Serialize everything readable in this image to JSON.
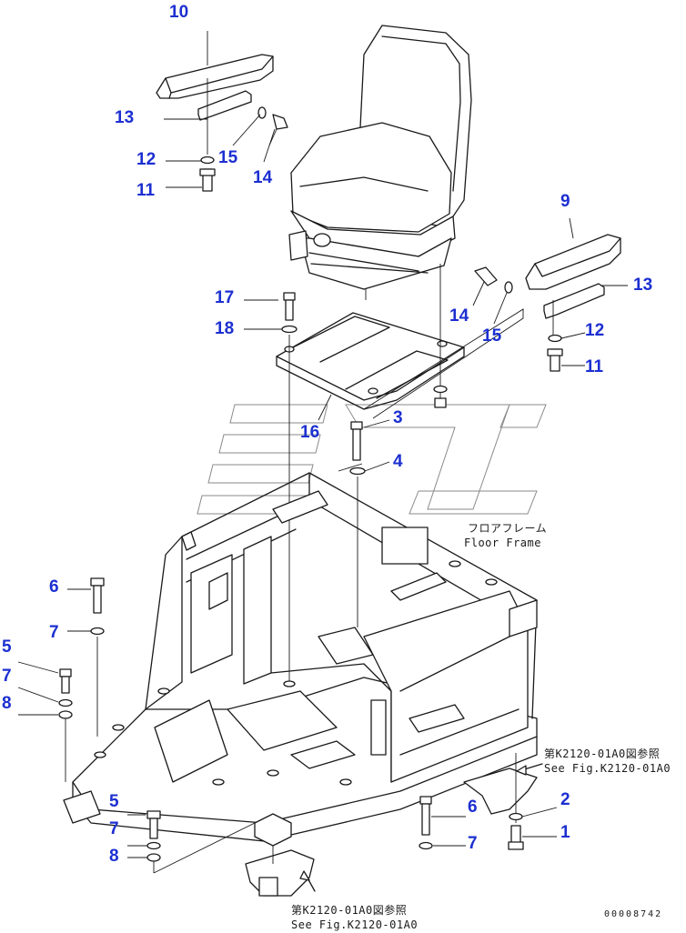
{
  "callouts": {
    "c10": "10",
    "c13a": "13",
    "c12a": "12",
    "c15a": "15",
    "c14a": "14",
    "c11a": "11",
    "c9": "9",
    "c13b": "13",
    "c14b": "14",
    "c15b": "15",
    "c12b": "12",
    "c11b": "11",
    "c17": "17",
    "c18": "18",
    "c16": "16",
    "c3": "3",
    "c4": "4",
    "c6a": "6",
    "c7a": "7",
    "c5a": "5",
    "c7b": "7",
    "c8a": "8",
    "c5b": "5",
    "c7c": "7",
    "c8b": "8",
    "c6b": "6",
    "c7d": "7",
    "c2": "2",
    "c1": "1"
  },
  "notes": {
    "floor_frame_jp": "フロアフレーム",
    "floor_frame_en": "Floor Frame",
    "ref_right_jp": "第K2120-01A0図参照",
    "ref_right_en": "See Fig.K2120-01A0",
    "ref_bottom_jp": "第K2120-01A0図参照",
    "ref_bottom_en": "See Fig.K2120-01A0"
  },
  "doc_number": "00008742",
  "colors": {
    "callout": "#1c2fd1",
    "line": "#1a1a1a",
    "watermark": "#8a8a8a"
  }
}
